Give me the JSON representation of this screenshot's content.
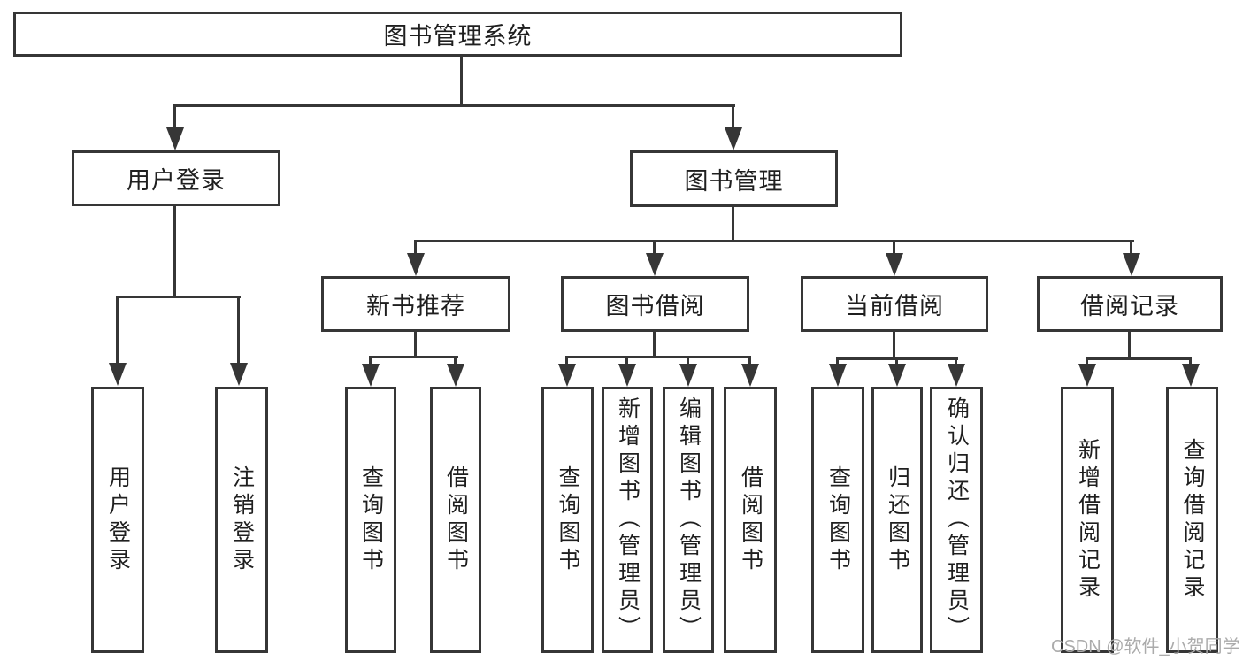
{
  "diagram": {
    "title": "图书管理系统",
    "colors": {
      "line": "#363636",
      "text": "#1f1f1f",
      "background": "#ffffff",
      "watermark": "#ababab"
    },
    "nodes": {
      "root": "图书管理系统",
      "user_login": "用户登录",
      "book_mgmt": "图书管理",
      "ul_login": "用户登录",
      "ul_logout": "注销登录",
      "new_book_rec": "新书推荐",
      "book_borrow": "图书借阅",
      "current_borrow": "当前借阅",
      "borrow_record": "借阅记录",
      "nbr_query": "查询图书",
      "nbr_borrow": "借阅图书",
      "bb_query": "查询图书",
      "bb_add": "新增图书（管理员）",
      "bb_edit": "编辑图书（管理员）",
      "bb_borrow": "借阅图书",
      "cb_query": "查询图书",
      "cb_return": "归还图书",
      "cb_confirm": "确认归还（管理员）",
      "br_add": "新增借阅记录",
      "br_query": "查询借阅记录"
    }
  },
  "watermark": {
    "text": "CSDN @软件_小贺同学"
  }
}
